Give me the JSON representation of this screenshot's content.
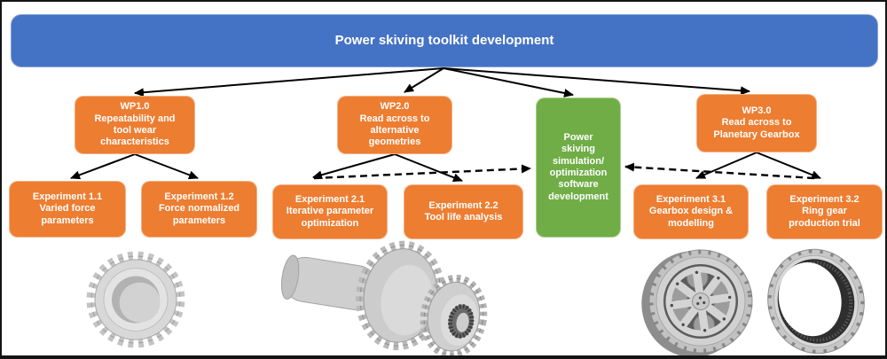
{
  "colors": {
    "root_blue": "#4472C4",
    "wp_orange": "#ED7D31",
    "software_green": "#70AD47",
    "connector": "#000000",
    "text": "#ffffff"
  },
  "nodes": {
    "root": {
      "text": "Power skiving toolkit development"
    },
    "wp1": {
      "text": "WP1.0\nRepeatability and\ntool wear\ncharacteristics"
    },
    "wp2": {
      "text": "WP2.0\nRead across to\nalternative\ngeometries"
    },
    "wp3": {
      "text": "WP3.0\nRead across to\nPlanetary Gearbox"
    },
    "software": {
      "text": "Power\nskiving\nsimulation/\noptimization\nsoftware\ndevelopment"
    },
    "exp11": {
      "text": "Experiment 1.1\nVaried force\nparameters"
    },
    "exp12": {
      "text": "Experiment 1.2\nForce normalized\nparameters"
    },
    "exp21": {
      "text": "Experiment 2.1\nIterative parameter\noptimization"
    },
    "exp22": {
      "text": "Experiment 2.2\nTool life analysis"
    },
    "exp31": {
      "text": "Experiment 3.1\nGearbox design &\nmodelling"
    },
    "exp32": {
      "text": "Experiment 3.2\nRing gear\nproduction trial"
    }
  },
  "connections": [
    {
      "from": "root",
      "to": "wp1",
      "style": "solid-arrow"
    },
    {
      "from": "root",
      "to": "wp2",
      "style": "solid-arrow"
    },
    {
      "from": "root",
      "to": "software",
      "style": "solid-arrow"
    },
    {
      "from": "root",
      "to": "wp3",
      "style": "solid-arrow"
    },
    {
      "from": "wp1",
      "to": "exp11",
      "style": "solid-arrow"
    },
    {
      "from": "wp1",
      "to": "exp12",
      "style": "solid-arrow"
    },
    {
      "from": "wp2",
      "to": "exp21",
      "style": "solid-arrow"
    },
    {
      "from": "wp2",
      "to": "exp22",
      "style": "solid-arrow"
    },
    {
      "from": "wp3",
      "to": "exp31",
      "style": "solid-arrow"
    },
    {
      "from": "wp3",
      "to": "exp32",
      "style": "solid-arrow"
    },
    {
      "from": "exp21",
      "to": "software",
      "style": "dashed-arrow"
    },
    {
      "from": "exp32",
      "to": "software",
      "style": "dashed-arrow"
    }
  ],
  "figures": [
    {
      "name": "spur-gear-render"
    },
    {
      "name": "cluster-gear-shaft-render"
    },
    {
      "name": "planetary-gearbox-render"
    },
    {
      "name": "ring-gear-render"
    }
  ]
}
